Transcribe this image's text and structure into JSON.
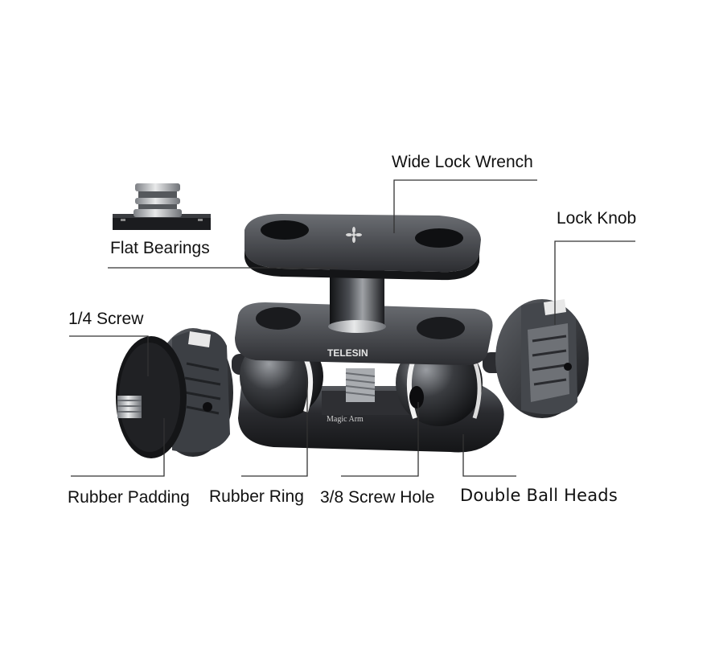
{
  "labels": {
    "wide_lock_wrench": "Wide Lock Wrench",
    "lock_knob": "Lock Knob",
    "flat_bearings": "Flat Bearings",
    "quarter_screw": "1/4 Screw",
    "rubber_padding": "Rubber Padding",
    "rubber_ring": "Rubber Ring",
    "screw_hole": "3/8 Screw Hole",
    "double_ball_heads": "Double Ball Heads"
  },
  "engravings": {
    "brand": "TELESIN",
    "model": "Magic Arm"
  },
  "colors": {
    "metal_dark": "#1c1d20",
    "metal_mid": "#3a3c40",
    "metal_light": "#8a8d92",
    "silver": "#c9cbce",
    "line": "#333333"
  }
}
